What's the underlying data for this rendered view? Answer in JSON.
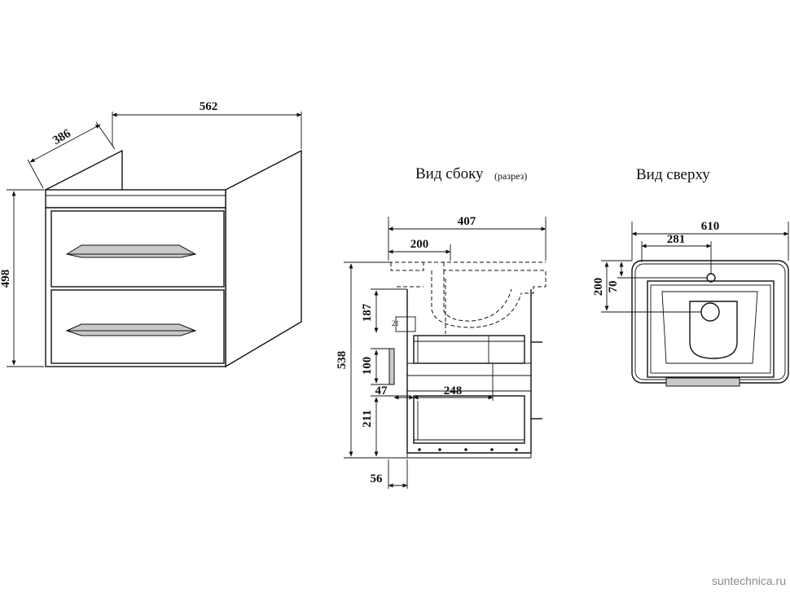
{
  "views": {
    "side_title": "Вид сбоку",
    "side_subtitle": "(разрез)",
    "top_title": "Вид сверху"
  },
  "front_view": {
    "width": "562",
    "depth": "386",
    "height": "498"
  },
  "side_view": {
    "total_depth": "407",
    "sink_offset": "200",
    "total_height": "538",
    "upper_section": "187",
    "drawer_gap": "100",
    "inner_offset": "47",
    "drawer_depth": "248",
    "lower_section": "211",
    "bottom_offset": "56",
    "bracket_label": "21"
  },
  "top_view": {
    "total_width": "610",
    "tap_offset": "281",
    "drain_offset": "200",
    "tap_depth": "70"
  },
  "watermark": "suntechnica.ru"
}
